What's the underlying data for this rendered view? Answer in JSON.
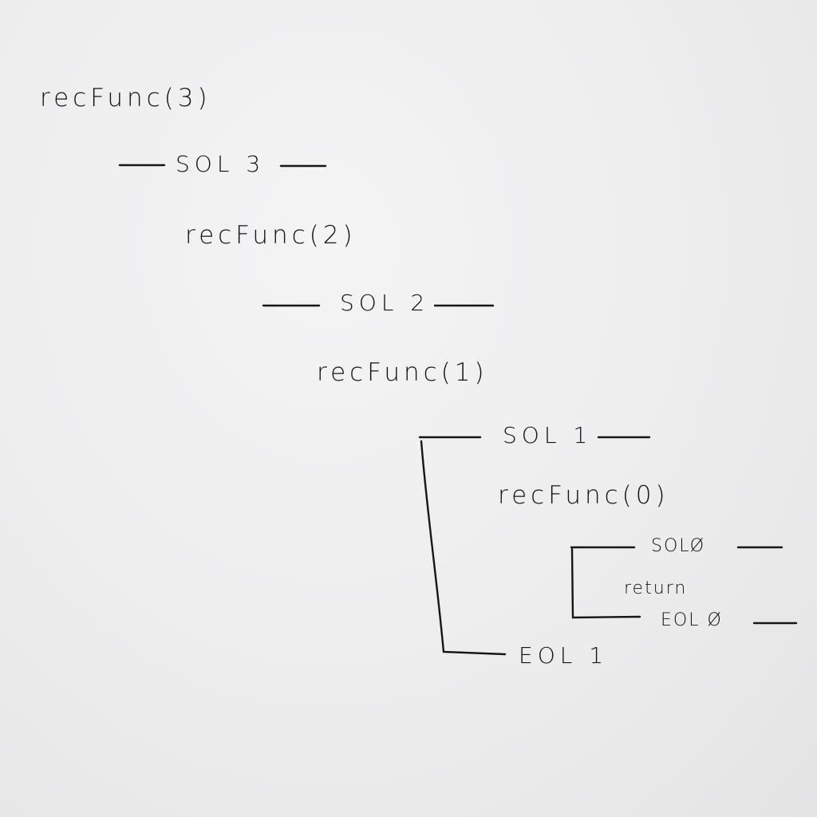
{
  "trace": {
    "call_3": "recFunc(3)",
    "sol_3": "SOL 3",
    "call_2": "recFunc(2)",
    "sol_2": "SOL 2",
    "call_1": "recFunc(1)",
    "sol_1": "SOL 1",
    "call_0": "recFunc(0)",
    "sol_0": "SOLØ",
    "return": "return",
    "eol_0": "EOL Ø",
    "eol_1": "EOL 1"
  },
  "ink_color": "#161616",
  "paper_color": "#ededee"
}
